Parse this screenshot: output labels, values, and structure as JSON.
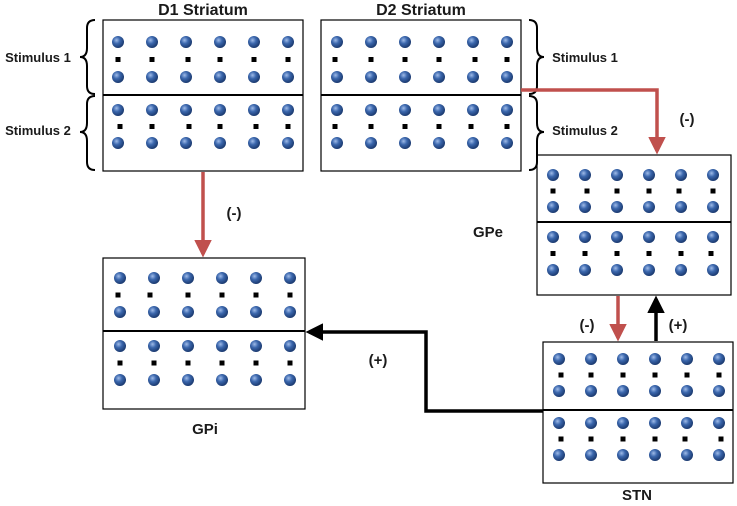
{
  "diagram": {
    "title_d1": "D1 Striatum",
    "title_d2": "D2 Striatum",
    "stimulus1": "Stimulus 1",
    "stimulus2": "Stimulus 2",
    "gpe": "GPe",
    "gpi": "GPi",
    "stn": "STN",
    "sign_minus": "(-)",
    "sign_plus": "(+)"
  },
  "colors": {
    "inhibitory": "#c0504d",
    "excitatory": "#000000",
    "neuron": "#2e5c9a"
  }
}
